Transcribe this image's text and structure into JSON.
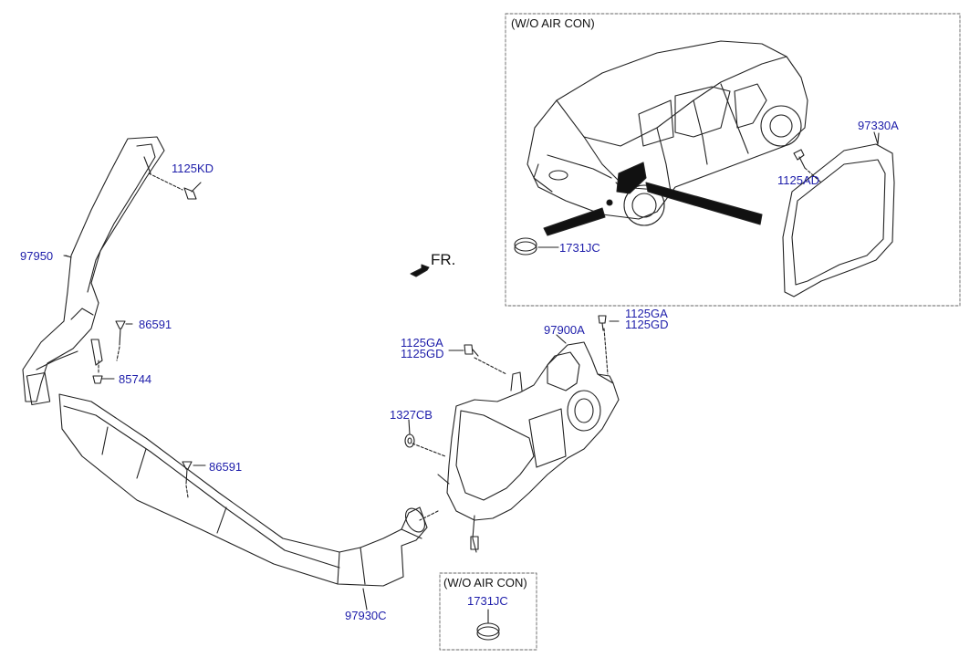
{
  "insets": {
    "main": {
      "title": "(W/O AIR CON)"
    },
    "small": {
      "title": "(W/O AIR CON)",
      "part": "1731JC"
    }
  },
  "direction": {
    "label": "FR."
  },
  "parts": {
    "p97330A": "97330A",
    "p1125AD": "1125AD",
    "p1731JC": "1731JC",
    "p1125KD": "1125KD",
    "p97950": "97950",
    "p86591a": "86591",
    "p85744": "85744",
    "p86591b": "86591",
    "p97930C": "97930C",
    "p1125GA_a": "1125GA",
    "p1125GD_a": "1125GD",
    "p1125GA_b": "1125GA",
    "p1125GD_b": "1125GD",
    "p97900A": "97900A",
    "p1327CB": "1327CB"
  },
  "colors": {
    "label": "#1d1daa",
    "line": "#222222",
    "dash": "#555555"
  }
}
